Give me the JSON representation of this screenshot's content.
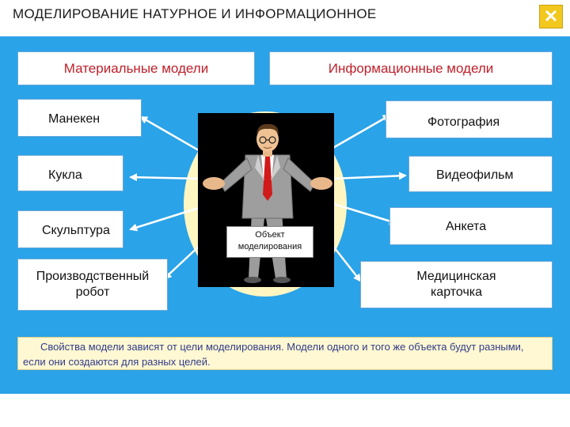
{
  "window": {
    "title": "МОДЕЛИРОВАНИЕ  НАТУРНОЕ  И  ИНФОРМАЦИОННОЕ",
    "close_label": "✕"
  },
  "headers": {
    "material": "Материальные  модели",
    "informational": "Информационные  модели"
  },
  "material_models": [
    "Манекен",
    "Кукла",
    "Скульптура",
    "Производственный робот"
  ],
  "informational_models": [
    "Фотография",
    "Видеофильм",
    "Анкета",
    "Медицинская карточка"
  ],
  "center": {
    "label": "Объект моделирования",
    "image": "businessman-figure"
  },
  "note": {
    "text": "Свойства модели зависят от цели моделирования. Модели одного и того же объекта будут разными, если они создаются для разных целей."
  },
  "colors": {
    "panel_bg": "#2aa3e8",
    "header_text": "#c0202a",
    "note_bg": "#fff8d2",
    "note_text": "#303a8a",
    "ellipse": "#fff6c2",
    "close_button": "#f2c81e"
  }
}
